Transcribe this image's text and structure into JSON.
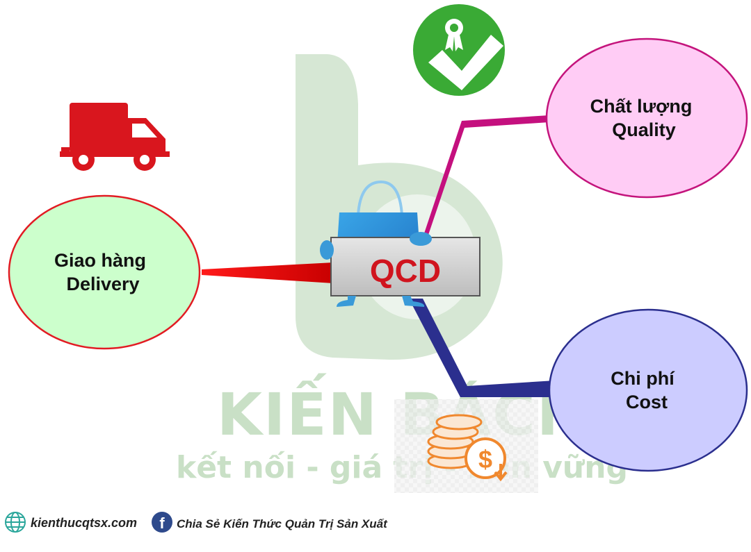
{
  "watermark": {
    "brand": "KIẾN BÁCH",
    "slogan": "kết nối - giá trị - bền vững",
    "color": "#c9e0c6"
  },
  "center": {
    "label": "QCD",
    "label_color": "#d0141e",
    "icons": [
      "shopping-bag-mascot"
    ]
  },
  "nodes": {
    "delivery": {
      "line1": "Giao hàng",
      "line2": "Delivery",
      "fill": "#ccffcc",
      "stroke": "#e21b23",
      "icon": "truck-icon",
      "icon_color": "#d9161e"
    },
    "quality": {
      "line1": "Chất lượng",
      "line2": "Quality",
      "fill": "#ffccf5",
      "stroke": "#c4147c",
      "icon": "certified-check-icon",
      "icon_color": "#3aaa35"
    },
    "cost": {
      "line1": "Chi phí",
      "line2": "Cost",
      "fill": "#ccccff",
      "stroke": "#2b2f8e",
      "icon": "coins-dollar-icon",
      "icon_color": "#f0882e"
    }
  },
  "connectors": {
    "delivery_color": "#ff0000",
    "quality_color": "#c4107e",
    "cost_color": "#2b2f8e"
  },
  "footer": {
    "website": "kienthucqtsx.com",
    "facebook_page": "Chia Sẻ Kiến Thức Quản Trị Sản Xuất",
    "icons": [
      "globe-icon",
      "facebook-icon"
    ]
  }
}
